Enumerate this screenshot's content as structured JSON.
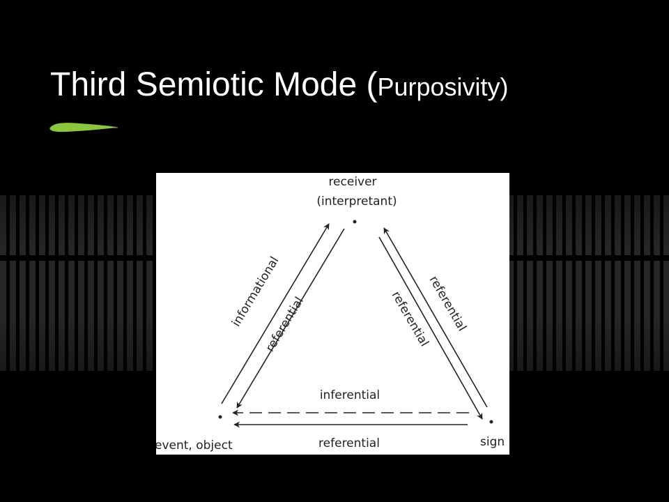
{
  "slide": {
    "title_main": "Third Semiotic Mode (",
    "title_small": "Purposivity",
    "title_close": ")",
    "accent_color": "#8cc63f"
  },
  "diagram": {
    "nodes": {
      "receiver": "receiver",
      "receiver_sub": "(interpretant)",
      "event": "event, object",
      "sign": "sign"
    },
    "edges": {
      "left_outer": "informational",
      "left_inner": "referential",
      "right_inner": "referential",
      "right_outer": "referential",
      "bottom_dashed": "inferential",
      "bottom_solid": "referential"
    }
  }
}
